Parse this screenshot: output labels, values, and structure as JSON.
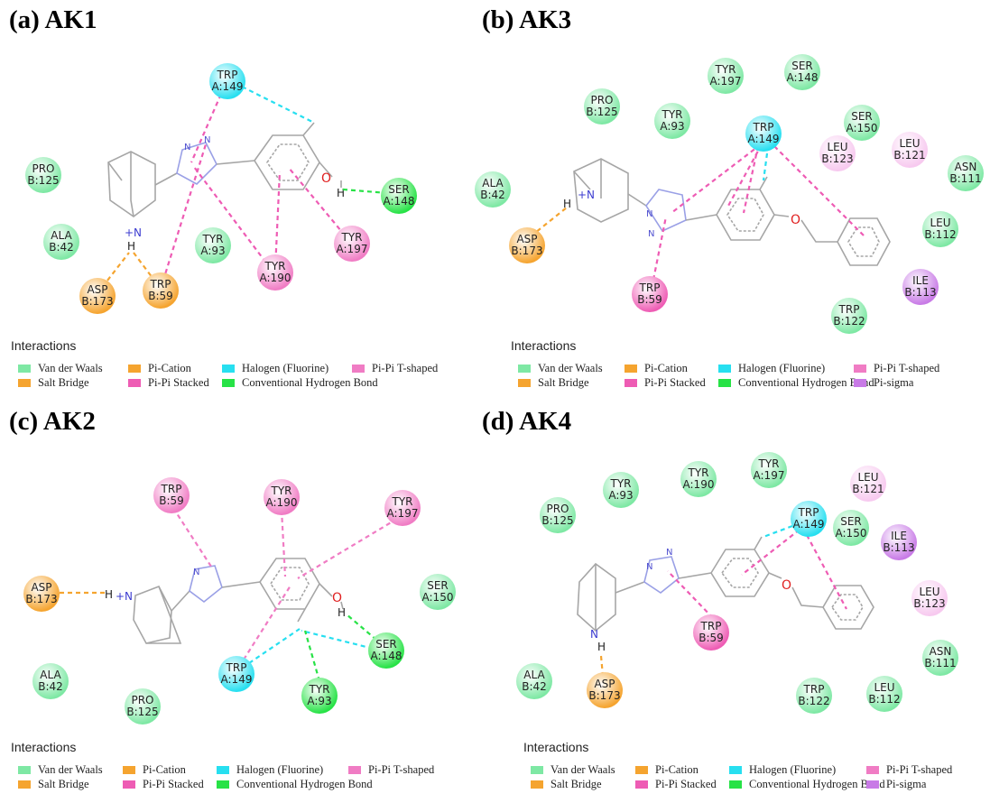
{
  "colors": {
    "Van der Waals": "#7ee8a4",
    "Salt Bridge": "#f5a42f",
    "Pi-Cation": "#f5a42f",
    "Pi-Pi Stacked": "#ee5cb4",
    "Halogen (Fluorine)": "#27dff0",
    "Conventional Hydrogen Bond": "#27e246",
    "Pi-Pi T-shaped": "#f07cc4",
    "Pi-sigma": "#c87ae6",
    "pi-weak": "#f7c9ef"
  },
  "legend_title": "Interactions",
  "panels": [
    {
      "title": "(a) AK1",
      "residues": [
        {
          "name": "TRP",
          "chain": "A:149",
          "type": "Halogen (Fluorine)"
        },
        {
          "name": "PRO",
          "chain": "B:125",
          "type": "Van der Waals"
        },
        {
          "name": "SER",
          "chain": "A:148",
          "type": "Conventional Hydrogen Bond"
        },
        {
          "name": "ALA",
          "chain": "B:42",
          "type": "Van der Waals"
        },
        {
          "name": "TYR",
          "chain": "A:93",
          "type": "Van der Waals"
        },
        {
          "name": "TYR",
          "chain": "A:197",
          "type": "Pi-Pi T-shaped"
        },
        {
          "name": "TYR",
          "chain": "A:190",
          "type": "Pi-Pi T-shaped"
        },
        {
          "name": "ASP",
          "chain": "B:173",
          "type": "Salt Bridge"
        },
        {
          "name": "TRP",
          "chain": "B:59",
          "type": "Pi-Cation"
        }
      ],
      "legend": [
        "Van der Waals",
        "Pi-Cation",
        "Halogen (Fluorine)",
        "Pi-Pi T-shaped",
        "Salt Bridge",
        "Pi-Pi Stacked",
        "Conventional Hydrogen Bond"
      ]
    },
    {
      "title": "(b) AK3",
      "residues": [
        {
          "name": "TYR",
          "chain": "A:197",
          "type": "Van der Waals"
        },
        {
          "name": "SER",
          "chain": "A:148",
          "type": "Van der Waals"
        },
        {
          "name": "PRO",
          "chain": "B:125",
          "type": "Van der Waals"
        },
        {
          "name": "TYR",
          "chain": "A:93",
          "type": "Van der Waals"
        },
        {
          "name": "SER",
          "chain": "A:150",
          "type": "Van der Waals"
        },
        {
          "name": "TRP",
          "chain": "A:149",
          "type": "Halogen (Fluorine)"
        },
        {
          "name": "LEU",
          "chain": "B:123",
          "type": "pi-weak"
        },
        {
          "name": "LEU",
          "chain": "B:121",
          "type": "pi-weak"
        },
        {
          "name": "ASN",
          "chain": "B:111",
          "type": "Van der Waals"
        },
        {
          "name": "ALA",
          "chain": "B:42",
          "type": "Van der Waals"
        },
        {
          "name": "LEU",
          "chain": "B:112",
          "type": "Van der Waals"
        },
        {
          "name": "ASP",
          "chain": "B:173",
          "type": "Salt Bridge"
        },
        {
          "name": "ILE",
          "chain": "B:113",
          "type": "Pi-sigma"
        },
        {
          "name": "TRP",
          "chain": "B:59",
          "type": "Pi-Pi Stacked"
        },
        {
          "name": "TRP",
          "chain": "B:122",
          "type": "Van der Waals"
        }
      ],
      "legend": [
        "Van der Waals",
        "Pi-Cation",
        "Halogen (Fluorine)",
        "Pi-Pi T-shaped",
        "Salt Bridge",
        "Pi-Pi Stacked",
        "Conventional Hydrogen Bond",
        "Pi-sigma"
      ]
    },
    {
      "title": "(c) AK2",
      "residues": [
        {
          "name": "TRP",
          "chain": "B:59",
          "type": "Pi-Pi T-shaped"
        },
        {
          "name": "TYR",
          "chain": "A:190",
          "type": "Pi-Pi T-shaped"
        },
        {
          "name": "TYR",
          "chain": "A:197",
          "type": "Pi-Pi T-shaped"
        },
        {
          "name": "ASP",
          "chain": "B:173",
          "type": "Salt Bridge"
        },
        {
          "name": "SER",
          "chain": "A:150",
          "type": "Van der Waals"
        },
        {
          "name": "SER",
          "chain": "A:148",
          "type": "Conventional Hydrogen Bond"
        },
        {
          "name": "TRP",
          "chain": "A:149",
          "type": "Halogen (Fluorine)"
        },
        {
          "name": "ALA",
          "chain": "B:42",
          "type": "Van der Waals"
        },
        {
          "name": "TYR",
          "chain": "A:93",
          "type": "Conventional Hydrogen Bond"
        },
        {
          "name": "PRO",
          "chain": "B:125",
          "type": "Van der Waals"
        }
      ],
      "legend": [
        "Van der Waals",
        "Pi-Cation",
        "Halogen (Fluorine)",
        "Pi-Pi T-shaped",
        "Salt Bridge",
        "Pi-Pi Stacked",
        "Conventional Hydrogen Bond"
      ]
    },
    {
      "title": "(d) AK4",
      "residues": [
        {
          "name": "TYR",
          "chain": "A:190",
          "type": "Van der Waals"
        },
        {
          "name": "TYR",
          "chain": "A:197",
          "type": "Van der Waals"
        },
        {
          "name": "TYR",
          "chain": "A:93",
          "type": "Van der Waals"
        },
        {
          "name": "LEU",
          "chain": "B:121",
          "type": "pi-weak"
        },
        {
          "name": "PRO",
          "chain": "B:125",
          "type": "Van der Waals"
        },
        {
          "name": "TRP",
          "chain": "A:149",
          "type": "Halogen (Fluorine)"
        },
        {
          "name": "SER",
          "chain": "A:150",
          "type": "Van der Waals"
        },
        {
          "name": "ILE",
          "chain": "B:113",
          "type": "Pi-sigma"
        },
        {
          "name": "LEU",
          "chain": "B:123",
          "type": "pi-weak"
        },
        {
          "name": "TRP",
          "chain": "B:59",
          "type": "Pi-Pi Stacked"
        },
        {
          "name": "ASN",
          "chain": "B:111",
          "type": "Van der Waals"
        },
        {
          "name": "ALA",
          "chain": "B:42",
          "type": "Van der Waals"
        },
        {
          "name": "ASP",
          "chain": "B:173",
          "type": "Salt Bridge"
        },
        {
          "name": "TRP",
          "chain": "B:122",
          "type": "Van der Waals"
        },
        {
          "name": "LEU",
          "chain": "B:112",
          "type": "Van der Waals"
        }
      ],
      "legend": [
        "Van der Waals",
        "Pi-Cation",
        "Halogen (Fluorine)",
        "Pi-Pi T-shaped",
        "Salt Bridge",
        "Pi-Pi Stacked",
        "Conventional Hydrogen Bond",
        "Pi-sigma"
      ]
    }
  ]
}
